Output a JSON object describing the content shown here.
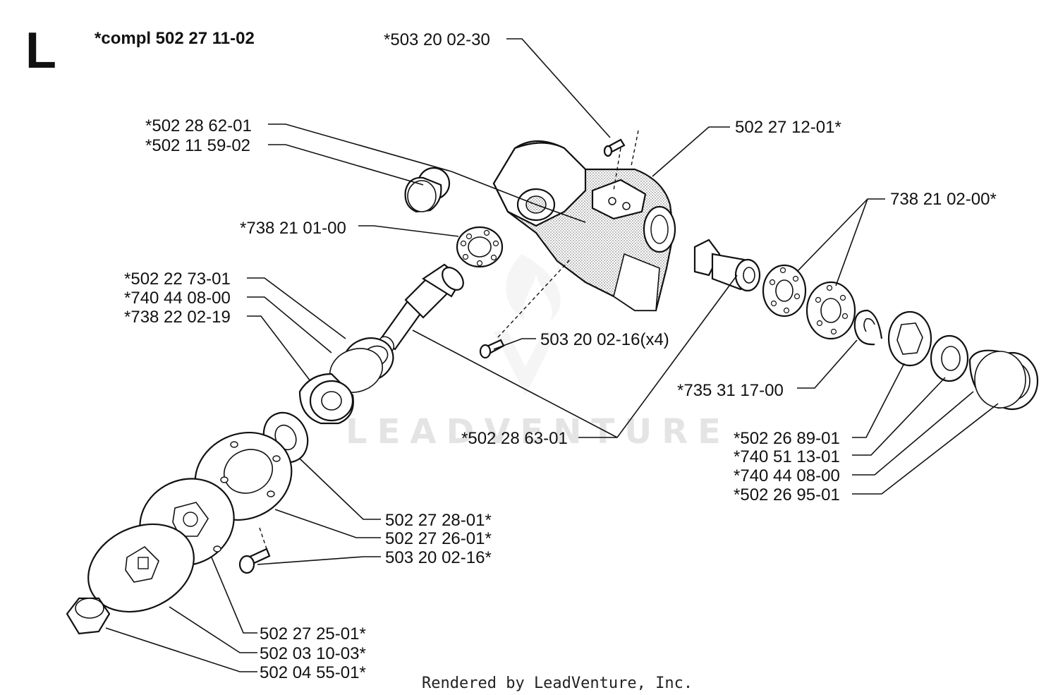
{
  "section_letter": "L",
  "kit_label": "*compl 502 27 11-02",
  "watermark": "LEADVENTURE",
  "credit": "Rendered by LeadVenture, Inc.",
  "labels": {
    "p503200230": "*503 20 02-30",
    "p502286201": "*502 28 62-01",
    "p502115902": "*502 11 59-02",
    "p502271201": "502 27 12-01*",
    "p738210200": "738 21 02-00*",
    "p738210100": "*738 21 01-00",
    "p502227301": "*502 22 73-01",
    "p740440800a": "*740 44 08-00",
    "p738220219": "*738 22 02-19",
    "p5032002x4": "503 20 02-16(x4)",
    "p735311700": "*735 31 17-00",
    "p502286301": "*502 28 63-01",
    "p502268901": "*502 26 89-01",
    "p740511301": "*740 51 13-01",
    "p740440800b": "*740 44 08-00",
    "p502269501": "*502 26 95-01",
    "p502272801": "502 27 28-01*",
    "p502272601": "502 27 26-01*",
    "p503200216": "503 20 02-16*",
    "p502272501": "502 27 25-01*",
    "p502031003": "502 03 10-03*",
    "p502045501": "502 04 55-01*"
  }
}
